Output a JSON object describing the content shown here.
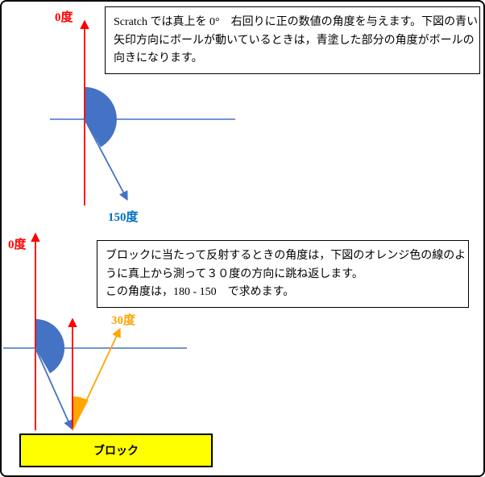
{
  "colors": {
    "red": "#ff0000",
    "diagram_blue": "#4472c4",
    "label_blue": "#0070c0",
    "orange": "#ffa500",
    "block_fill": "#ffff00",
    "border": "#000000"
  },
  "top_section": {
    "zero_label": "0度",
    "angle_label": "150度",
    "note_lines": [
      "Scratch では真上を 0°　右回りに正の数値の角度を与えます。下図の青い",
      "矢印方向にボールが動いているときは，青塗した部分の角度がボールの",
      "向きになります。"
    ]
  },
  "bottom_section": {
    "zero_label": "0度",
    "angle_label": "30度",
    "note_lines": [
      "ブロックに当たって反射するときの角度は，下図のオレンジ色の線のよ",
      "うに真上から測って３０度の方向に跳ね返します。",
      "この角度は，180 - 150　で求めます。"
    ],
    "block_label": "ブロック"
  }
}
